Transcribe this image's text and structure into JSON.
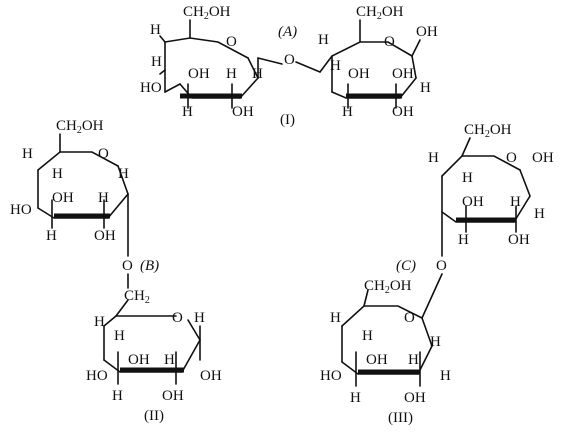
{
  "labels": {
    "h": "H",
    "oh": "OH",
    "ho": "HO",
    "o": "O",
    "ch2oh": "CH2OH",
    "ch2": "CH2"
  },
  "molecules": {
    "i": {
      "caption": "(I)",
      "linkage": "(A)"
    },
    "ii": {
      "caption": "(II)",
      "linkage": "(B)"
    },
    "iii": {
      "caption": "(III)",
      "linkage": "(C)"
    }
  }
}
